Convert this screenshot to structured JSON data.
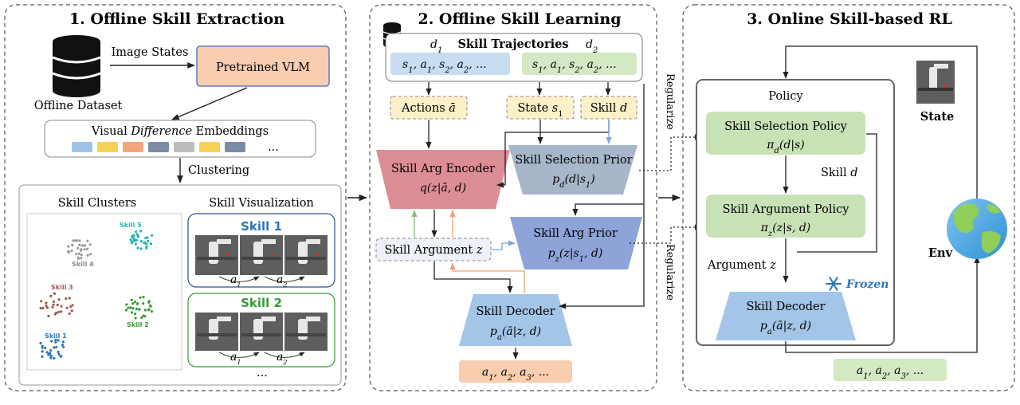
{
  "section1": {
    "title": "1. Offline Skill Extraction",
    "dataset_label": "Offline Dataset",
    "image_states_label": "Image States",
    "vlm_label": "Pretrained VLM",
    "embed_title_pre": "Visual ",
    "embed_title_em": "Difference",
    "embed_title_post": " Embeddings",
    "embed_ellipsis": "...",
    "clustering_label": "Clustering",
    "clusters_title": "Skill Clusters",
    "visualization_title": "Skill Visualization",
    "cluster_names": [
      "Skill 5",
      "Skill 4",
      "Skill 3",
      "Skill 2",
      "Skill 1"
    ],
    "vis_card1_title": "Skill 1",
    "vis_card2_title": "Skill 2",
    "vis_a1": "a1",
    "vis_a2": "a2",
    "vis_ellipsis": "..."
  },
  "section2": {
    "title": "2. Offline Skill Learning",
    "traj_title": "Skill Trajectories",
    "d1": "d1",
    "d2": "d2",
    "traj_seq": "s1, a1, s2, a2, ...",
    "actions_label": "Actions ā",
    "state_label": "State s1",
    "skill_label": "Skill d",
    "arg_encoder_title": "Skill Arg Encoder",
    "arg_encoder_formula": "q(z|ā, d)",
    "sel_prior_title": "Skill Selection Prior",
    "sel_prior_formula": "pd(d|s1)",
    "arg_prior_title": "Skill Arg Prior",
    "arg_prior_formula": "pz(z|s1, d)",
    "skill_arg_label": "Skill Argument z",
    "decoder_title": "Skill Decoder",
    "decoder_formula": "pa(ā|z, d)",
    "output_seq": "a1, a2, a3, ...",
    "regularize": "Regularize"
  },
  "section3": {
    "title": "3. Online Skill-based RL",
    "policy_label": "Policy",
    "sel_policy_title": "Skill Selection Policy",
    "sel_policy_formula": "πd(d|s)",
    "skill_d": "Skill d",
    "arg_policy_title": "Skill Argument Policy",
    "arg_policy_formula": "πz(z|s, d)",
    "argument_z": "Argument z",
    "frozen": "Frozen",
    "decoder_title": "Skill Decoder",
    "decoder_formula": "pa(ā|z, d)",
    "state_label": "State",
    "env_label": "Env",
    "output_seq": "a1, a2, a3, ..."
  },
  "colors": {
    "vlm_fill": "#f8cdb0",
    "traj_blue": "#c7ddf2",
    "traj_green": "#d3e9c4",
    "dashed_yellow": "#fcf0c8",
    "encoder": "#dd8d95",
    "sel_prior": "#a7b6c9",
    "arg_prior": "#8ea3d8",
    "decoder": "#a2c5e8",
    "policy_green": "#c8e2b6",
    "output_orange": "#f8cdb0",
    "output_green": "#d3e9c4",
    "skill_blue": "#2e75b6",
    "skill_green": "#3a9a3a",
    "frozen_blue": "#2e75b6"
  },
  "embedding_colors": [
    "#9fc3e7",
    "#f6d155",
    "#f4a57e",
    "#7c8ca6",
    "#bdbdbd",
    "#f6d155",
    "#7c8ca6"
  ],
  "icons": [
    "database-icon",
    "snowflake-icon",
    "globe-icon",
    "robot-scene-image"
  ]
}
